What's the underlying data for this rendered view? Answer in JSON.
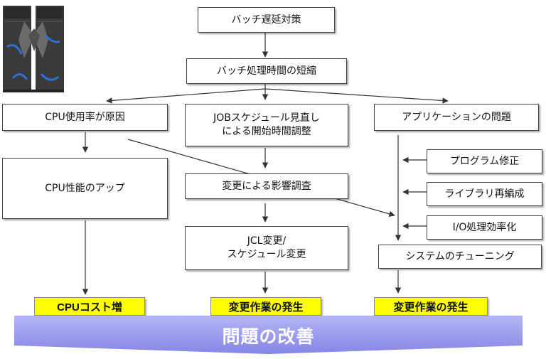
{
  "diagram": {
    "root": "バッチ遅延対策",
    "level2": "バッチ処理時間の短縮",
    "branches": {
      "cpu": {
        "cause": "CPU使用率が原因",
        "action": "CPU性能のアップ",
        "result": "CPUコスト増"
      },
      "job": {
        "cause": "JOBスケジュール見直し\nによる開始時間調整",
        "impact": "変更による影響調査",
        "change": "JCL変更/\nスケジュール変更",
        "result": "変更作業の発生"
      },
      "app": {
        "cause": "アプリケーションの問題",
        "fixes": [
          "プログラム修正",
          "ライブラリ再編成",
          "I/O処理効率化"
        ],
        "tuning": "システムのチューニング",
        "result": "変更作業の発生"
      }
    },
    "banner": "問題の改善"
  },
  "colors": {
    "highlight": "#ffff00",
    "banner": "#9b9bef",
    "arrow": "#333333"
  }
}
